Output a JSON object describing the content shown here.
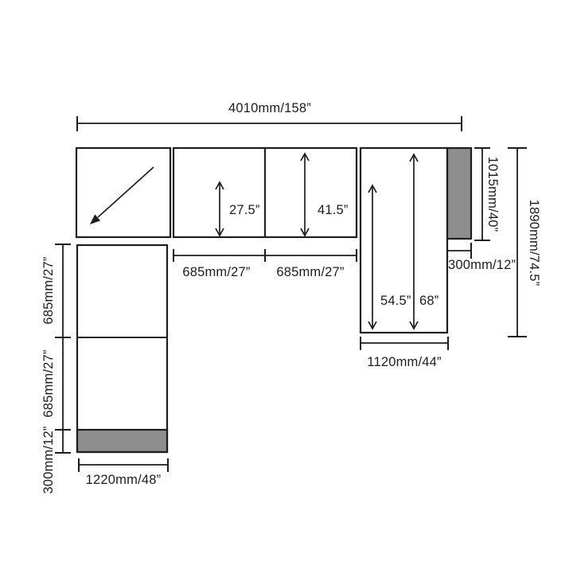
{
  "diagram": {
    "overall_width": "4010mm/158”",
    "overall_depth": "1890mm/74.5”",
    "middle": {
      "seat_height": "27.5”",
      "back_height": "41.5”",
      "section_widths": [
        "685mm/27”",
        "685mm/27”"
      ]
    },
    "right": {
      "seat_depth": "54.5”",
      "total_depth": "68”",
      "width": "1120mm/44”",
      "arm_length": "1015mm/40”",
      "arm_width": "300mm/12”"
    },
    "left": {
      "section_depths": [
        "685mm/27”",
        "685mm/27”"
      ],
      "arm_depth": "300mm/12”",
      "width": "1220mm/48”"
    }
  },
  "colors": {
    "line": "#1d1d1d",
    "arm_fill": "#8e8e8e",
    "background": "#ffffff"
  }
}
